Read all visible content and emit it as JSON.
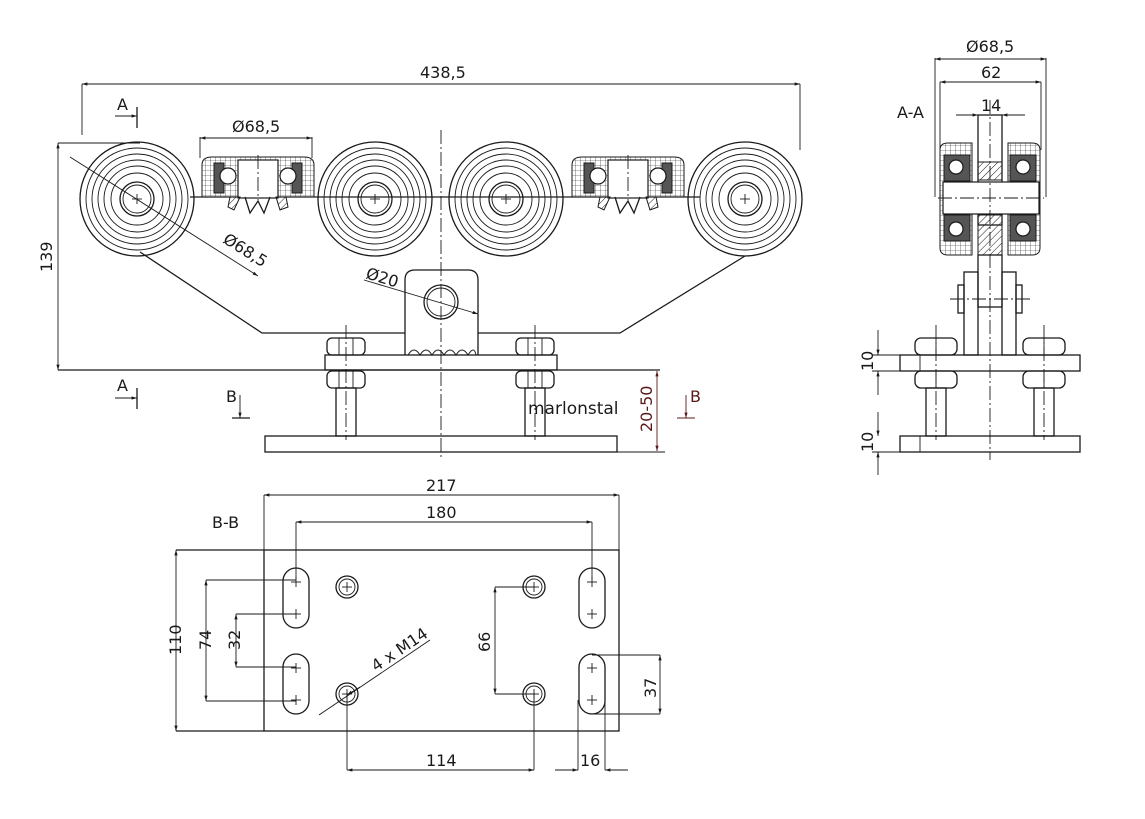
{
  "drawing": {
    "brand_label": "marlonstal",
    "front_view": {
      "overall_length": "438,5",
      "height": "139",
      "wheel_diameter": "Ø68,5",
      "guide_roller_diameter": "Ø68,5",
      "pin_diameter": "Ø20",
      "adjust_range": "20-50",
      "section_a_label": "A",
      "section_b_label": "B"
    },
    "section_aa": {
      "title": "A-A",
      "outer_diameter": "Ø68,5",
      "width": "62",
      "web_width": "14",
      "plate_thickness_top": "10",
      "plate_thickness_bottom": "10"
    },
    "section_bb": {
      "title": "B-B",
      "plate_length": "217",
      "slot_spacing": "180",
      "plate_width": "110",
      "slot_outer_spacing": "74",
      "slot_inner_spacing": "32",
      "thread_callout": "4 x M14",
      "hole_spacing_vertical": "66",
      "hole_spacing_horizontal": "114",
      "slot_length": "37",
      "slot_width": "16"
    }
  }
}
